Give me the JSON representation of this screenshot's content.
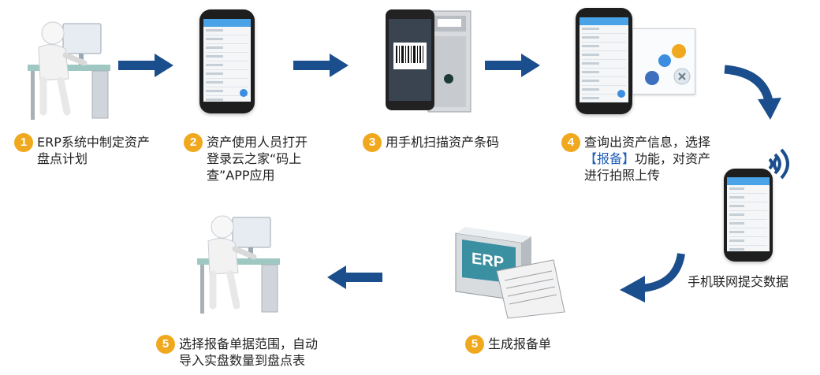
{
  "steps": [
    {
      "num": "1",
      "text": "ERP系统中制定资产\n盘点计划"
    },
    {
      "num": "2",
      "text": "资产使用人员打开\n登录云之家“码上\n查”APP应用"
    },
    {
      "num": "3",
      "text": "用手机扫描资产条码"
    },
    {
      "num": "4",
      "text_before": "查询出资产信息，选择",
      "text_highlight": "【报备】",
      "text_after": "功能，对资产\n进行拍照上传"
    },
    {
      "num": "5",
      "text": "选择报备单据范围，自动\n导入实盘数量到盘点表"
    },
    {
      "num": "5",
      "text": "生成报备单"
    }
  ],
  "side_label": "手机联网提交数据",
  "erp_label": "ERP",
  "colors": {
    "badge": "#f0a91e",
    "arrow": "#1b4e8c",
    "highlight": "#1f5fb5",
    "phone_screen_bar": "#4aa3e6"
  }
}
